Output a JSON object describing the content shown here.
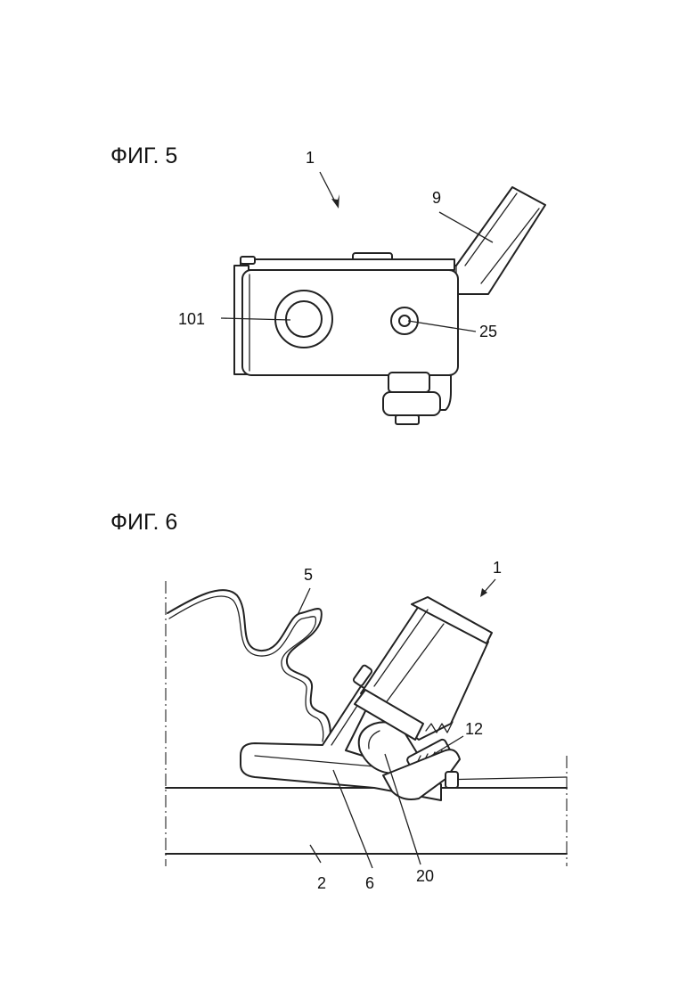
{
  "figures": [
    {
      "title": "ФИГ. 5",
      "callouts": {
        "device": "1",
        "arm": "9",
        "large_hole": "101",
        "small_hole": "25"
      }
    },
    {
      "title": "ФИГ. 6",
      "callouts": {
        "device": "1",
        "cable": "5",
        "spring": "12",
        "base_surface": "2",
        "bracket": "6",
        "clamp": "20"
      }
    }
  ]
}
